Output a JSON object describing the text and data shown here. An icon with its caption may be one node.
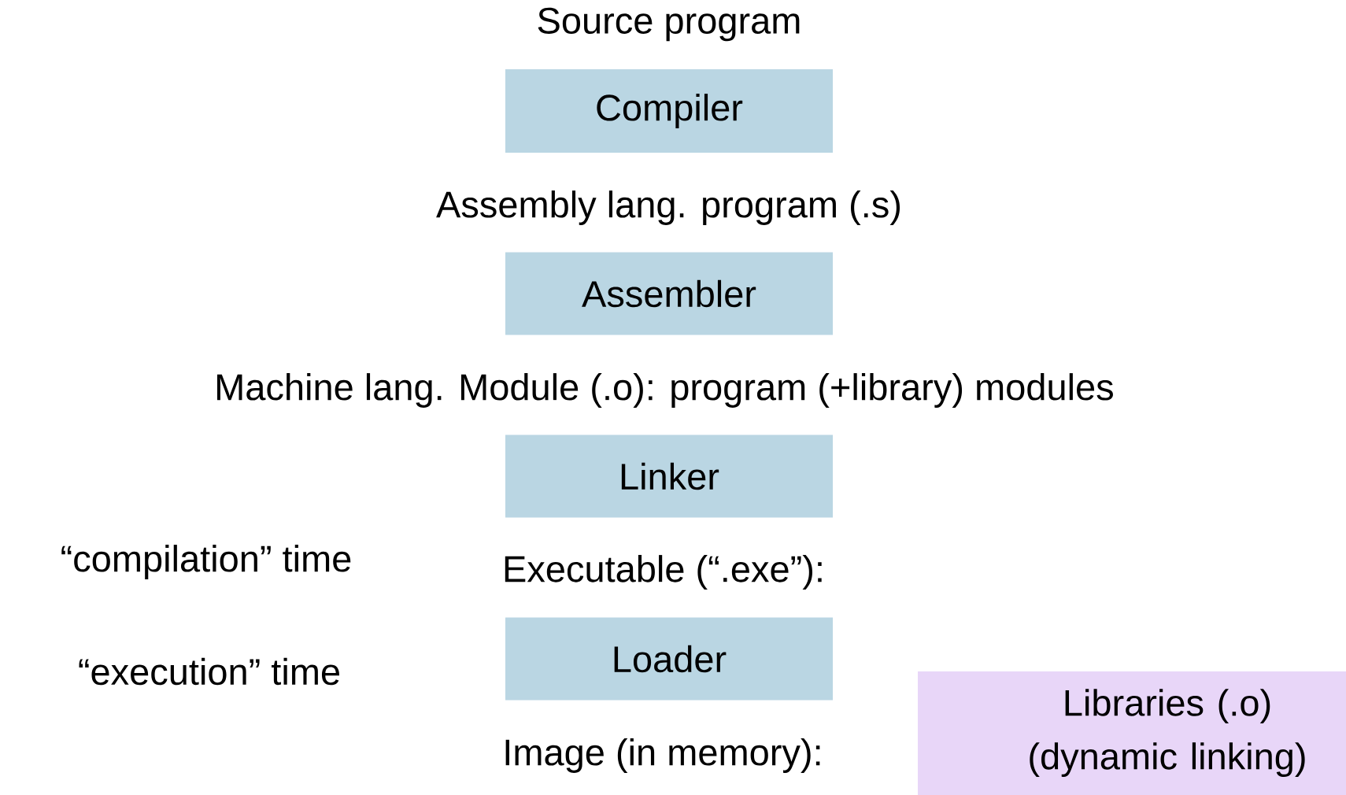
{
  "diagram": {
    "nodes": [
      {
        "text": [
          "Compiler"
        ]
      },
      {
        "text": [
          "Assembler"
        ]
      },
      {
        "text": [
          "Linker"
        ]
      },
      {
        "text": [
          "Loader"
        ]
      },
      {
        "text": [
          "Libraries (.o) (dynamic linking)"
        ]
      }
    ],
    "labels": [
      "Source program",
      "Assembly lang. program (.s)",
      "Machine lang. Module (.o): program (+library) modules",
      "“compilation” time",
      "Executable (“.exe”):",
      "“execution” time",
      "Image (in memory):"
    ]
  }
}
